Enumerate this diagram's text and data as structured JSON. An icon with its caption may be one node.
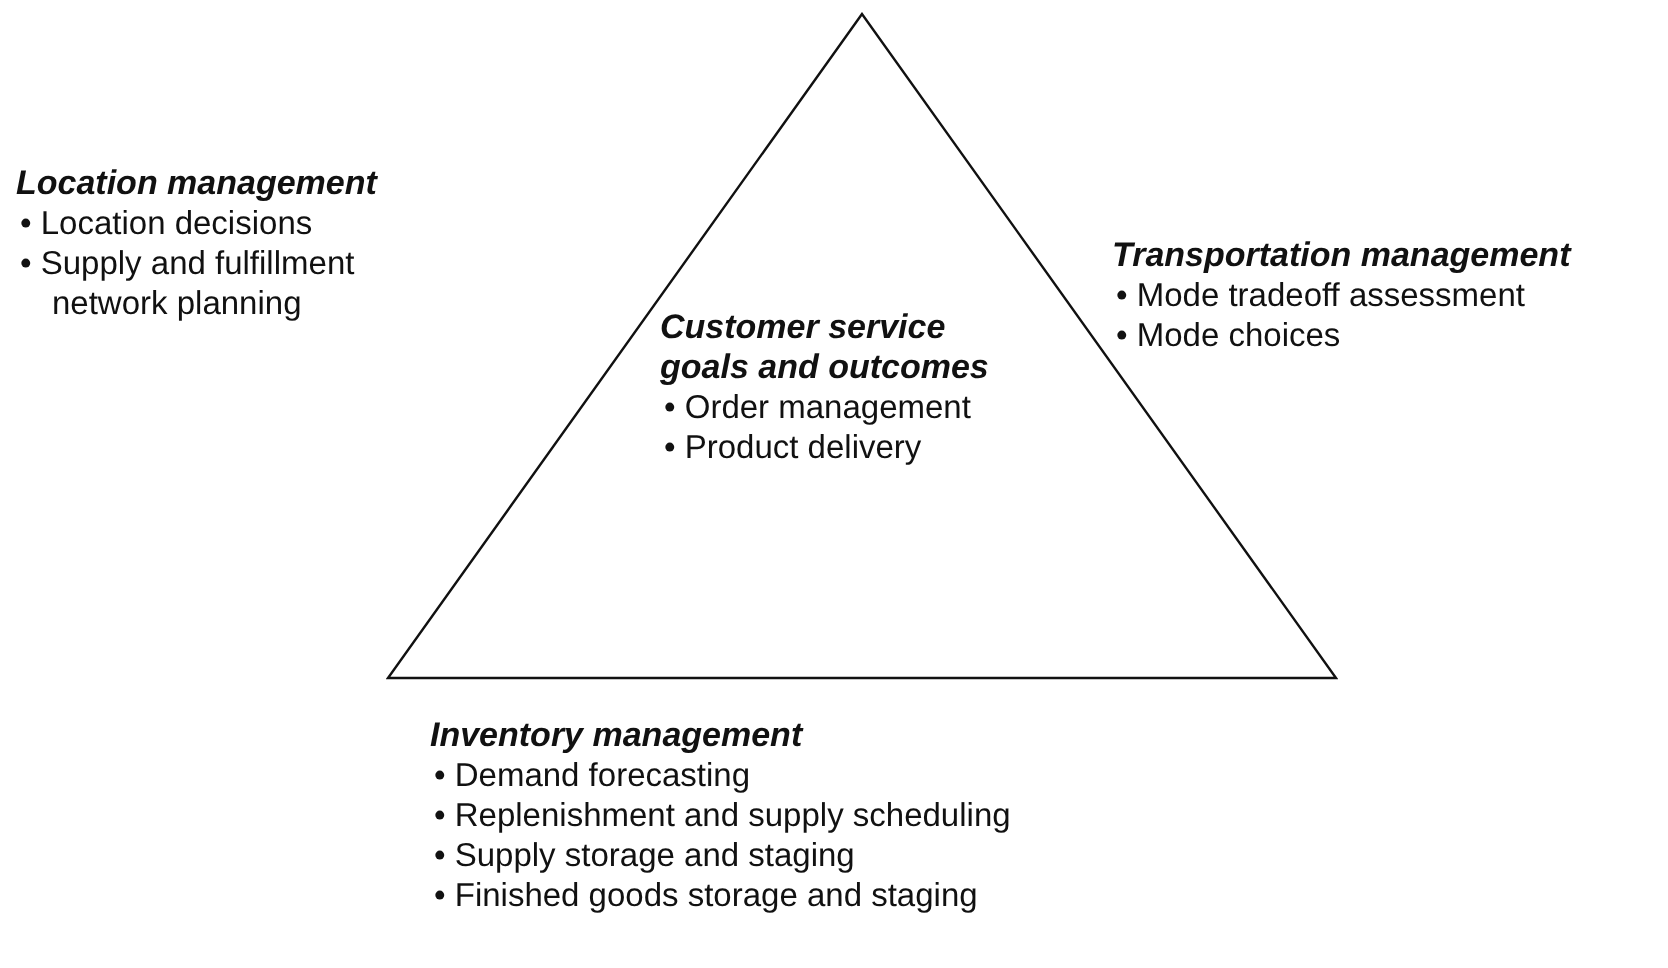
{
  "diagram": {
    "nodes": [
      {
        "text": [
          "Customer service goals and outcomes",
          "• Order management",
          "• Product delivery"
        ]
      }
    ],
    "labels": [
      "Location management",
      "• Location decisions",
      "• Supply and fulfillment network planning",
      "Transportation management",
      "• Mode tradeoff assessment",
      "• Mode choices",
      "Inventory management",
      "• Demand forecasting",
      "• Replenishment and supply scheduling",
      "• Supply storage and staging",
      "• Finished goods storage and staging"
    ]
  }
}
